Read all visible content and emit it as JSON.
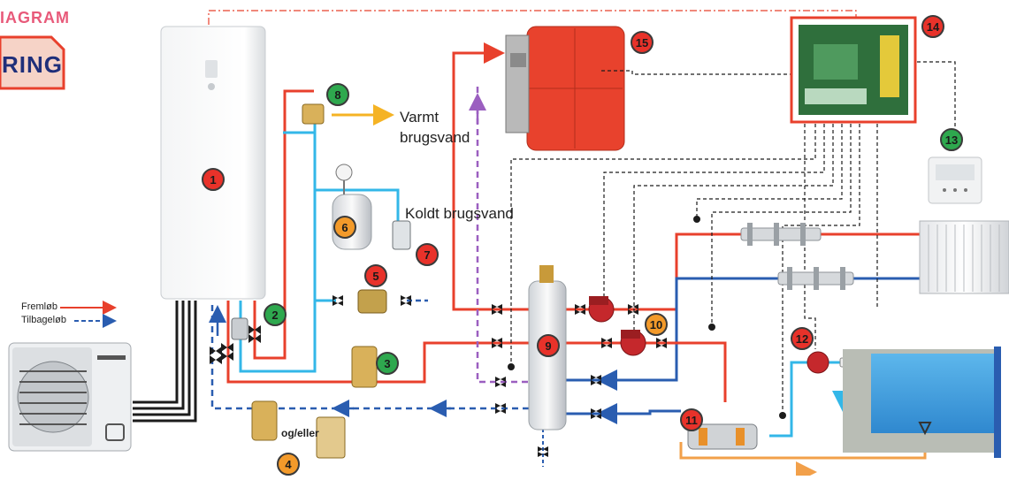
{
  "header": {
    "title_fragment": "IAGRAM",
    "badge_fragment": "RING"
  },
  "legend": {
    "flow": "Fremløb",
    "return": "Tilbageløb"
  },
  "labels": {
    "hot_water_line1": "Varmt",
    "hot_water_line2": "brugsvand",
    "cold_water": "Koldt brugsvand",
    "and_or": "og/eller"
  },
  "components": [
    {
      "id": "1",
      "color": "#e8322a"
    },
    {
      "id": "2",
      "color": "#2ea84e"
    },
    {
      "id": "3",
      "color": "#2ea84e"
    },
    {
      "id": "4",
      "color": "#f39a2a"
    },
    {
      "id": "5",
      "color": "#e8322a"
    },
    {
      "id": "6",
      "color": "#f39a2a"
    },
    {
      "id": "7",
      "color": "#e8322a"
    },
    {
      "id": "8",
      "color": "#2ea84e"
    },
    {
      "id": "9",
      "color": "#e8322a"
    },
    {
      "id": "10",
      "color": "#f39a2a"
    },
    {
      "id": "11",
      "color": "#e8322a"
    },
    {
      "id": "12",
      "color": "#e8322a"
    },
    {
      "id": "13",
      "color": "#2ea84e"
    },
    {
      "id": "14",
      "color": "#e8322a"
    },
    {
      "id": "15",
      "color": "#e8322a"
    }
  ],
  "colors": {
    "flow": "#e8402c",
    "return": "#2a5db0",
    "cold": "#33b7e8",
    "hot_tap": "#f5b324",
    "boiler_loop": "#9b5fc0",
    "pool_loop": "#f2a04a",
    "header_pink": "#e85a7a"
  }
}
